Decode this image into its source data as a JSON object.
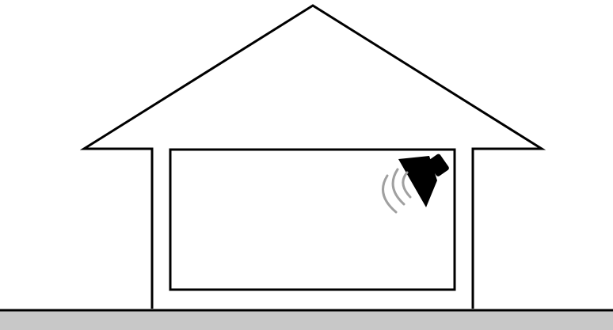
{
  "diagram": {
    "title": "",
    "colors": {
      "background": "#ffffff",
      "outline": "#000000",
      "ground": "#c8c8c8",
      "speaker": "#000000",
      "sound_waves": "#a0a0a0"
    },
    "elements": {
      "house": {
        "icon": "house-outline"
      },
      "room": {
        "icon": "room-rectangle"
      },
      "speaker": {
        "icon": "speaker-icon"
      },
      "sound_waves": {
        "icon": "sound-waves-icon",
        "count": 3
      },
      "ground": {
        "icon": "ground-strip"
      }
    }
  }
}
